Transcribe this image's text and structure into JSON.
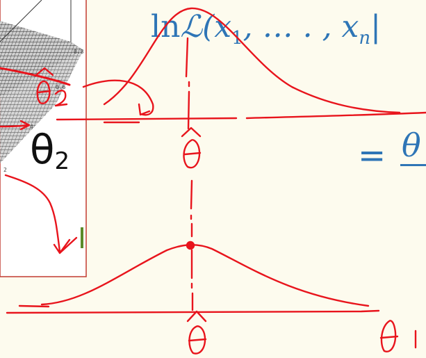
{
  "formula": {
    "ln": "ln",
    "L": "ℒ",
    "args": "(x",
    "sub1": "1",
    "middle": ", … . , x",
    "subn": "n",
    "bar": "|"
  },
  "equals": "=",
  "theta_blue": "θ",
  "theta2": {
    "symbol": "θ",
    "sub": "2"
  },
  "plot_ticks": [
    "0.8",
    "0.6",
    "4",
    "2"
  ],
  "colors": {
    "ink": "#e8141c",
    "formula": "#2e75b6",
    "background": "#fdfbee"
  }
}
